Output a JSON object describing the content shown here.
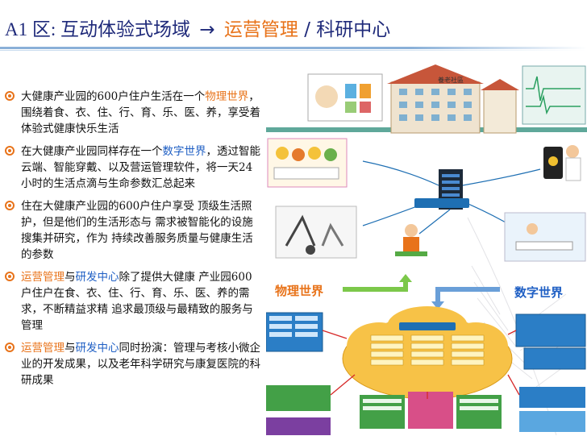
{
  "title": {
    "head": "A1 区: 互动体验式场域",
    "arrow": "→",
    "orange_part": "运营管理",
    "sep": " / ",
    "blue_part": "科研中心"
  },
  "bullets": [
    {
      "segments": [
        {
          "text": "大健康产业园的600户住户生活在一个",
          "style": "normal"
        },
        {
          "text": "物理世界",
          "style": "orange"
        },
        {
          "text": "，围绕着食、衣、住、行、育、乐、医、养，享受着体验式健康快乐生活",
          "style": "normal"
        }
      ]
    },
    {
      "segments": [
        {
          "text": "在大健康产业园同样存在一个",
          "style": "normal"
        },
        {
          "text": "数字世界",
          "style": "blue"
        },
        {
          "text": "，透过智能云端、智能穿戴、以及营运管理软件，将一天24小时的生活点滴与生命参数汇总起来",
          "style": "normal"
        }
      ]
    },
    {
      "segments": [
        {
          "text": "住在大健康产业园的600户住户享受 顶级生活照护，但是他们的生活形态与 需求被智能化的设施搜集并研究，作为 持续改善服务质量与健康生活的参数",
          "style": "normal"
        }
      ]
    },
    {
      "segments": [
        {
          "text": "运营管理",
          "style": "orange"
        },
        {
          "text": "与",
          "style": "normal"
        },
        {
          "text": "研发中心",
          "style": "blue"
        },
        {
          "text": "除了提供大健康 产业园600户住户在食、衣、住、行、育、乐、医、养的需求，不断精益求精 追求最顶级与最精致的服务与管理",
          "style": "normal"
        }
      ]
    },
    {
      "segments": [
        {
          "text": "运营管理",
          "style": "orange"
        },
        {
          "text": "与",
          "style": "normal"
        },
        {
          "text": "研发中心",
          "style": "blue"
        },
        {
          "text": "同时扮演：管理与考核小微企业的开发成果，以及老年科学研究与康复医院的科研成果",
          "style": "normal"
        }
      ]
    }
  ],
  "illustration": {
    "community_label": "養老社區",
    "physical_world": "物理世界",
    "digital_world": "数字世界",
    "colors": {
      "orange": "#e8731a",
      "blue": "#1f5fc4",
      "title_navy": "#1f2a7a",
      "cloud": "#f7c247",
      "server_box": "#1e6fb3"
    }
  }
}
